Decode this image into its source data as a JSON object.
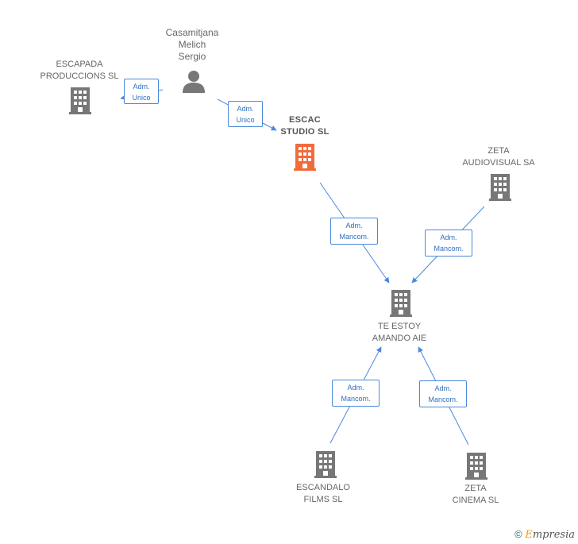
{
  "nodes": {
    "person": {
      "name": "Casamitjana\nMelich\nSergio"
    },
    "escapada": {
      "name": "ESCAPADA\nPRODUCCIONS SL"
    },
    "escac": {
      "name": "ESCAC\nSTUDIO  SL"
    },
    "zeta_audiovisual": {
      "name": "ZETA\nAUDIOVISUAL SA"
    },
    "te_estoy": {
      "name": "TE ESTOY\nAMANDO AIE"
    },
    "escandalo": {
      "name": "ESCANDALO\nFILMS  SL"
    },
    "zeta_cinema": {
      "name": "ZETA\nCINEMA SL"
    }
  },
  "edges": {
    "person_escapada": {
      "label": "Adm.\nUnico"
    },
    "person_escac": {
      "label": "Adm.\nUnico"
    },
    "escac_te": {
      "label": "Adm.\nMancom."
    },
    "zeta_av_te": {
      "label": "Adm.\nMancom."
    },
    "escandalo_te": {
      "label": "Adm.\nMancom."
    },
    "zeta_cinema_te": {
      "label": "Adm.\nMancom."
    }
  },
  "colors": {
    "building": "#777777",
    "highlight": "#f26b3a",
    "edge": "#4a89dc"
  },
  "brand": {
    "copyright": "©",
    "e": "E",
    "rest": "mpresia"
  }
}
